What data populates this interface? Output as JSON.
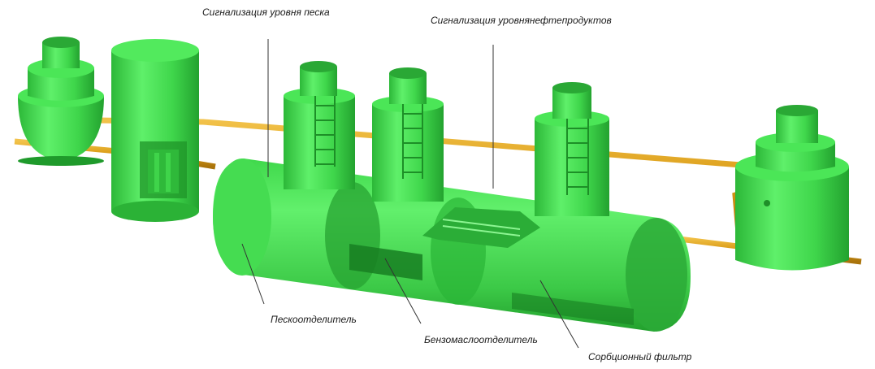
{
  "labels": {
    "sand_alarm": "Сигнализация уровня песка",
    "oil_alarm": "Сигнализация уровнянефтепродуктов",
    "sand_separator": "Пескоотделитель",
    "oil_separator": "Бензомаслоотделитель",
    "sorption_filter": "Сорбционный фильтр"
  },
  "colors": {
    "tank_green": "#3ed64a",
    "tank_dark": "#22a82e",
    "pipe": "#d9a21a"
  }
}
